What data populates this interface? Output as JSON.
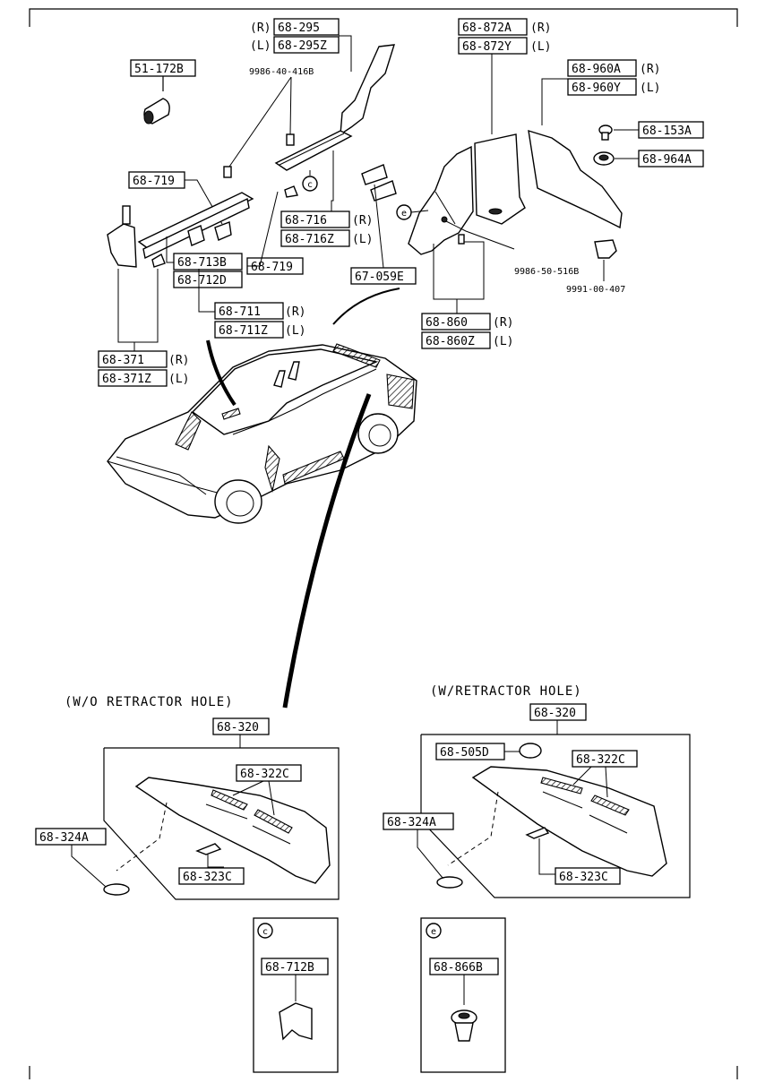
{
  "parts": {
    "p51_172b": "51-172B",
    "p68_295": "68-295",
    "p68_295z": "68-295Z",
    "p9986_40_416b": "9986-40-416B",
    "p68_872a": "68-872A",
    "p68_872y": "68-872Y",
    "p68_960a": "68-960A",
    "p68_960y": "68-960Y",
    "p68_153a": "68-153A",
    "p68_964a": "68-964A",
    "p68_719_a": "68-719",
    "p68_719_b": "68-719",
    "p68_716": "68-716",
    "p68_716z": "68-716Z",
    "p68_713b": "68-713B",
    "p68_712d": "68-712D",
    "p67_059e": "67-059E",
    "p9986_50_516b": "9986-50-516B",
    "p9991_00_407": "9991-00-407",
    "p68_711": "68-711",
    "p68_711z": "68-711Z",
    "p68_860": "68-860",
    "p68_860z": "68-860Z",
    "p68_371": "68-371",
    "p68_371z": "68-371Z",
    "p68_320_a": "68-320",
    "p68_320_b": "68-320",
    "p68_322c_a": "68-322C",
    "p68_322c_b": "68-322C",
    "p68_324a_a": "68-324A",
    "p68_324a_b": "68-324A",
    "p68_323c_a": "68-323C",
    "p68_323c_b": "68-323C",
    "p68_505d": "68-505D",
    "p68_712b": "68-712B",
    "p68_866b": "68-866B"
  },
  "side": {
    "r": "(R)",
    "l": "(L)"
  },
  "headers": {
    "wo_retractor": "(W/O RETRACTOR HOLE)",
    "w_retractor": "(W/RETRACTOR HOLE)"
  },
  "callouts": {
    "c": "c",
    "e": "e"
  }
}
